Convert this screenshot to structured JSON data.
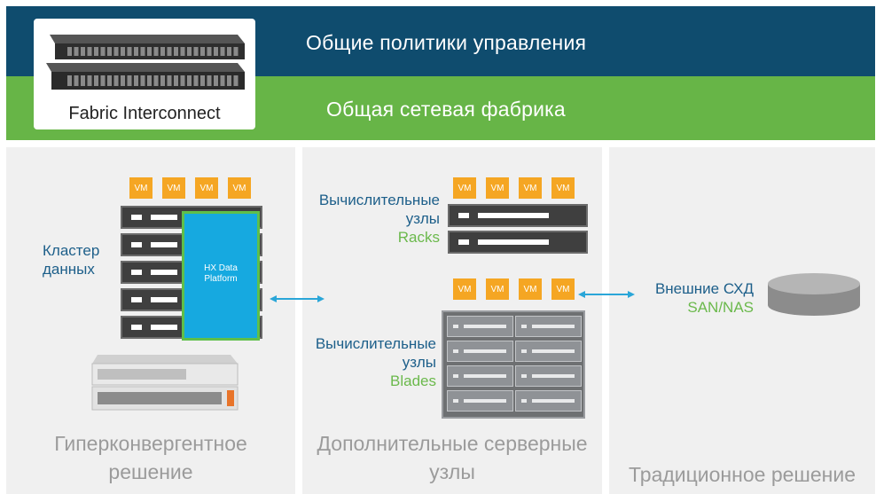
{
  "header": {
    "mgmt_policy": "Общие политики управления",
    "network_fabric": "Общая сетевая фабрика",
    "fabric_interconnect": "Fabric Interconnect"
  },
  "hyperconverged": {
    "cluster_label_line1": "Кластер",
    "cluster_label_line2": "данных",
    "platform_line1": "HX Data",
    "platform_line2": "Platform",
    "vm_labels": [
      "VM",
      "VM",
      "VM",
      "VM"
    ],
    "title_line1": "Гиперконвергентное",
    "title_line2": "решение"
  },
  "additional": {
    "racks_line1": "Вычислительные",
    "racks_line2": "узлы",
    "racks_line3": "Racks",
    "blades_line1": "Вычислительные",
    "blades_line2": "узлы",
    "blades_line3": "Blades",
    "vm_racks": [
      "VM",
      "VM",
      "VM",
      "VM"
    ],
    "vm_blades": [
      "VM",
      "VM",
      "VM",
      "VM"
    ],
    "title_line1": "Дополнительные серверные",
    "title_line2": "узлы"
  },
  "traditional": {
    "storage_line1": "Внешние СХД",
    "storage_line2": "SAN/NAS",
    "title": "Традиционное решение"
  },
  "colors": {
    "dark_blue": "#0f4c6e",
    "green": "#67b547",
    "vm_orange": "#f5a623",
    "cyan": "#2aa6d8"
  }
}
